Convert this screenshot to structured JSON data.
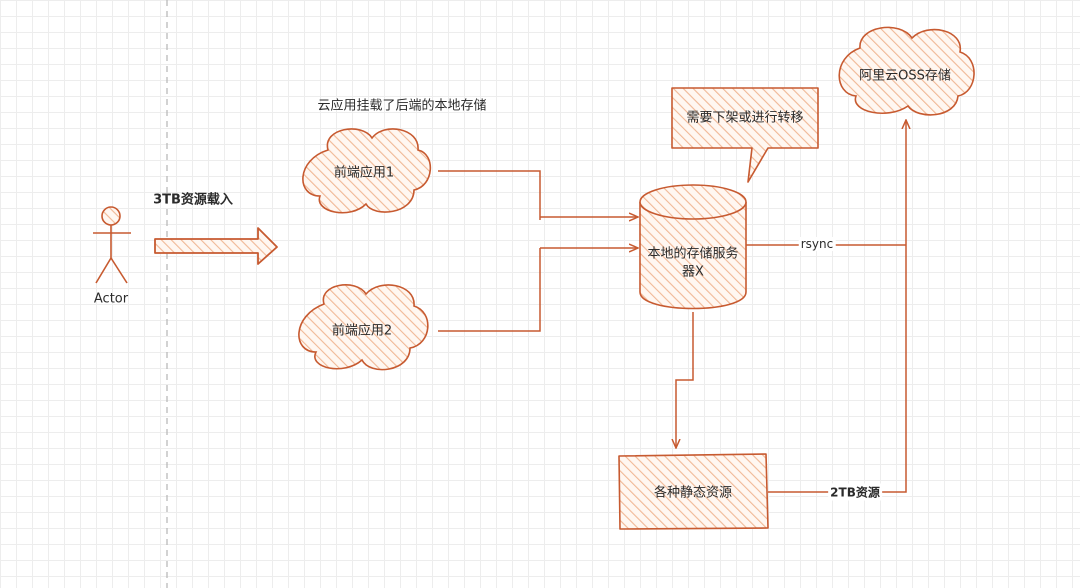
{
  "actor": {
    "label": "Actor"
  },
  "annotations": {
    "load": "3TB资源载入",
    "mount_note": "云应用挂载了后端的本地存储",
    "rsync": "rsync",
    "resource_2tb": "2TB资源"
  },
  "nodes": {
    "frontend_1": "前端应用1",
    "frontend_2": "前端应用2",
    "server_line1": "本地的存储服务",
    "server_line2": "器X",
    "static_resources": "各种静态资源",
    "oss": "阿里云OSS存储",
    "callout": "需要下架或进行转移"
  },
  "colors": {
    "stroke": "#c75a30",
    "hatch": "#f2c4a6",
    "text": "#2b2b2b",
    "divider": "#b5b5b5"
  }
}
